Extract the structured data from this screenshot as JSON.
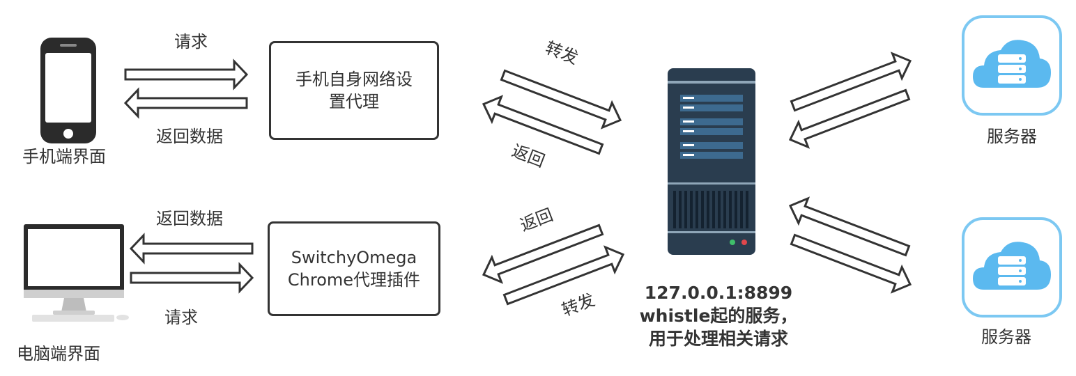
{
  "phone_label": "手机端界面",
  "desktop_label": "电脑端界面",
  "phone_proxy_box": {
    "line1": "手机自身网络设",
    "line2": "置代理"
  },
  "chrome_proxy_box": {
    "line1": "SwitchyOmega",
    "line2": "Chrome代理插件"
  },
  "arrows": {
    "phone_request": "请求",
    "phone_return_data": "返回数据",
    "desktop_return_data": "返回数据",
    "desktop_request": "请求",
    "top_forward": "转发",
    "top_return": "返回",
    "bottom_return": "返回",
    "bottom_forward": "转发"
  },
  "whistle_server": {
    "line1": "127.0.0.1:8899",
    "line2": "whistle起的服务，",
    "line3": "用于处理相关请求"
  },
  "servers": [
    {
      "label": "服务器"
    },
    {
      "label": "服务器"
    }
  ],
  "colors": {
    "stroke": "#333333",
    "server_dark": "#2a3d4f",
    "server_slot": "#3d6a8f",
    "cloud_blue": "#5bb9ef",
    "icon_border": "#7cc8f2"
  }
}
